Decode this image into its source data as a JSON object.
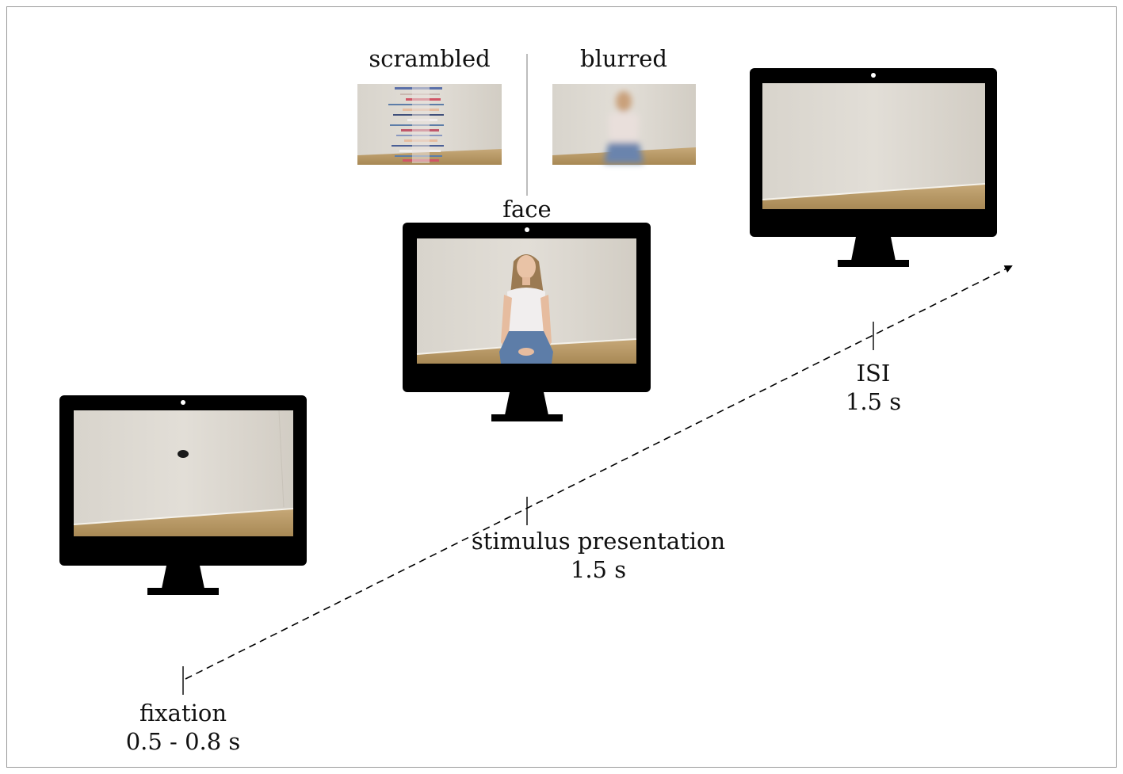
{
  "labels": {
    "scrambled": "scrambled",
    "blurred": "blurred",
    "face": "face"
  },
  "timeline": [
    {
      "phase": "fixation",
      "duration": "0.5 - 0.8 s"
    },
    {
      "phase": "stimulus presentation",
      "duration": "1.5 s"
    },
    {
      "phase": "ISI",
      "duration": "1.5 s"
    }
  ],
  "colors": {
    "monitor": "#000000",
    "wall": "#dedad3",
    "floor": "#b99a68",
    "frame": "#9a9a9a"
  }
}
